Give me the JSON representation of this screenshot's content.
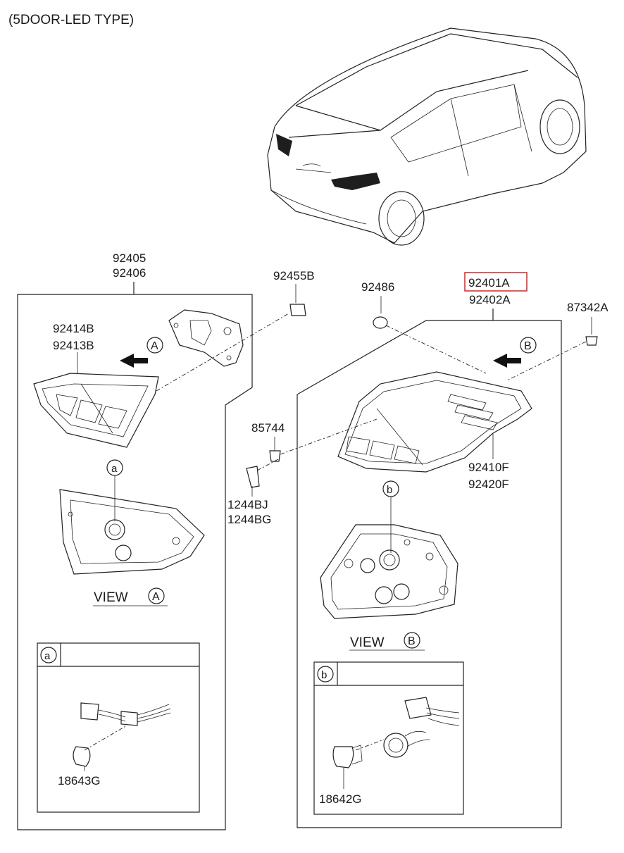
{
  "header": {
    "title": "(5DOOR-LED TYPE)"
  },
  "labels": {
    "p92405": "92405",
    "p92406": "92406",
    "p92455B": "92455B",
    "p92486": "92486",
    "p92401A": "92401A",
    "p92402A": "92402A",
    "p87342A": "87342A",
    "p92414B": "92414B",
    "p92413B": "92413B",
    "p85744": "85744",
    "p1244BJ": "1244BJ",
    "p1244BG": "1244BG",
    "p92410F": "92410F",
    "p92420F": "92420F",
    "p18643G": "18643G",
    "p18642G": "18642G"
  },
  "callouts": {
    "A": "A",
    "B": "B",
    "a": "a",
    "b": "b",
    "view": "VIEW"
  },
  "highlight": {
    "part": "92401A",
    "color": "#e03030"
  }
}
